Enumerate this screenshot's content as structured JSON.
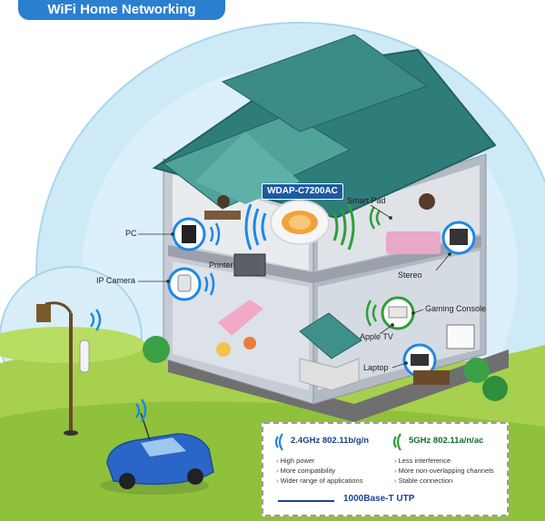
{
  "title": "WiFi Home Networking",
  "model": "WDAP-C7200AC",
  "labels": {
    "pc": "PC",
    "printer": "Printer",
    "ip_camera": "IP Camera",
    "smart_pad": "Smart Pad",
    "stereo": "Stereo",
    "gaming_console": "Gaming Console",
    "apple_tv": "Apple TV",
    "laptop": "Laptop"
  },
  "legend": {
    "band24": {
      "title": "2.4GHz 802.11b/g/n",
      "features": [
        "High power",
        "More compatibility",
        "Wider range of applications"
      ],
      "color": "#1e88e5"
    },
    "band5": {
      "title": "5GHz 802.11a/n/ac",
      "features": [
        "Less interference",
        "More non-overlapping channels",
        "Stable connection"
      ],
      "color": "#2e9e3a"
    },
    "wired": "1000Base-T UTP"
  },
  "colors": {
    "sky": "#bfe3f5",
    "roof": "#3f8f8a",
    "grass": "#9fce4a",
    "wall": "#b9bfc8",
    "car": "#2a66c8",
    "accent": "#2a7fd0"
  }
}
